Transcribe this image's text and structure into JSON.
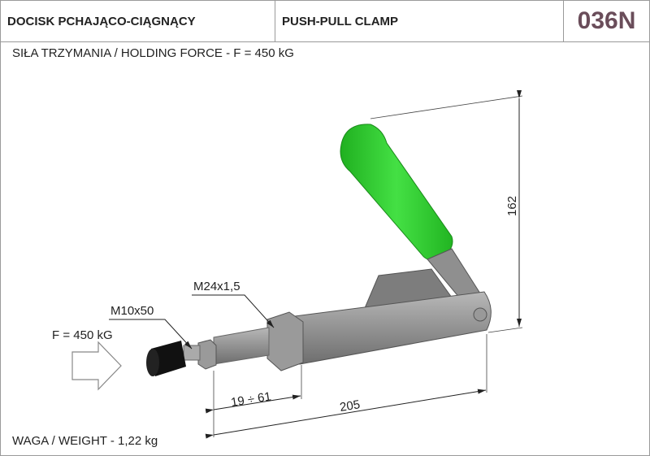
{
  "header": {
    "title_pl": "DOCISK PCHAJĄCO-CIĄGNĄCY",
    "title_en": "PUSH-PULL CLAMP",
    "code": "036N"
  },
  "holding_force": "SIŁA TRZYMANIA / HOLDING FORCE - F = 450 kG",
  "weight": "WAGA / WEIGHT - 1,22 kg",
  "drawing": {
    "force_label": "F = 450 kG",
    "thread_screw": "M10x50",
    "thread_body": "M24x1,5",
    "stroke_range": "19 ÷ 61",
    "length": "205",
    "height": "162",
    "colors": {
      "handle": "#33cc33",
      "body": "#8c8c8c",
      "knob": "#111111"
    }
  }
}
